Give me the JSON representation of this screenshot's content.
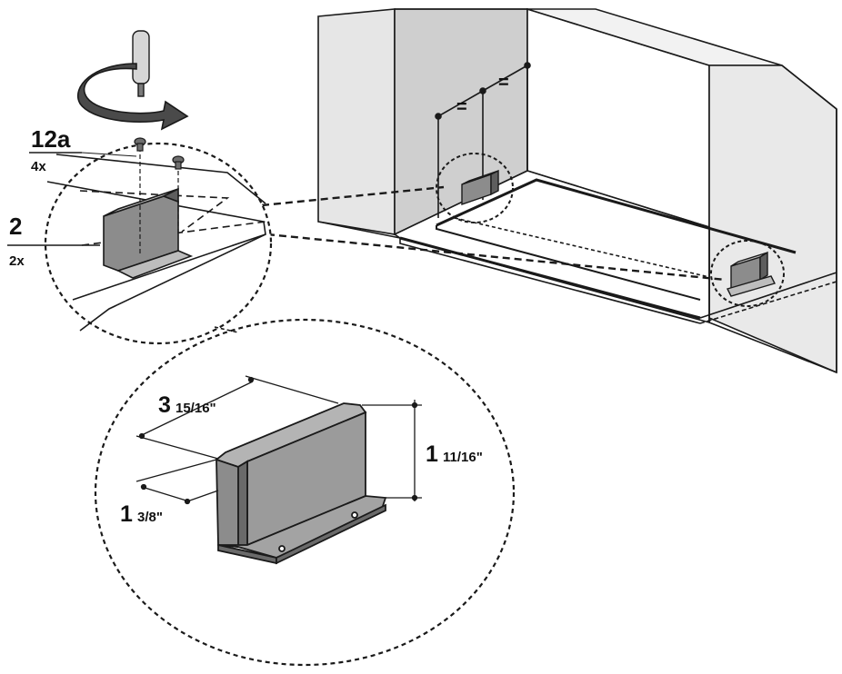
{
  "parts": {
    "screw": {
      "number": "12a",
      "quantity": "4x"
    },
    "bracket": {
      "number": "2",
      "quantity": "2x"
    }
  },
  "dimensions": {
    "length": {
      "whole": "3",
      "fraction": "15/16\""
    },
    "height": {
      "whole": "1",
      "fraction": "11/16\""
    },
    "width": {
      "whole": "1",
      "fraction": "3/8\""
    }
  },
  "spacing_marks": [
    "=",
    "="
  ],
  "colors": {
    "line": "#1a1a1a",
    "wall_shade": "#cfcfcf",
    "bracket_fill": "#8c8c8c",
    "bracket_dark": "#5e5e5e"
  }
}
